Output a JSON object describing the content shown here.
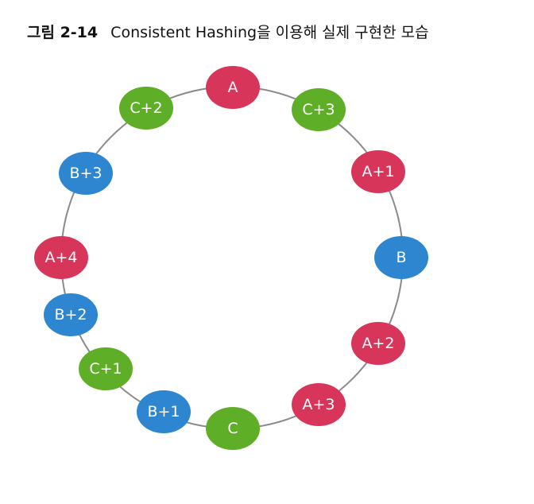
{
  "figure": {
    "label": "그림 2-14",
    "title": "Consistent Hashing을 이용해 실제 구현한 모습"
  },
  "colors": {
    "red": "#d8355a",
    "blue": "#2f86d0",
    "green": "#5fae27",
    "ring": "#8a8a8a"
  },
  "ring": {
    "nodes": [
      {
        "label": "A",
        "server": "A",
        "color": "red"
      },
      {
        "label": "C+3",
        "server": "C",
        "color": "green"
      },
      {
        "label": "A+1",
        "server": "A",
        "color": "red"
      },
      {
        "label": "B",
        "server": "B",
        "color": "blue"
      },
      {
        "label": "A+2",
        "server": "A",
        "color": "red"
      },
      {
        "label": "A+3",
        "server": "A",
        "color": "red"
      },
      {
        "label": "C",
        "server": "C",
        "color": "green"
      },
      {
        "label": "B+1",
        "server": "B",
        "color": "blue"
      },
      {
        "label": "C+1",
        "server": "C",
        "color": "green"
      },
      {
        "label": "B+2",
        "server": "B",
        "color": "blue"
      },
      {
        "label": "A+4",
        "server": "A",
        "color": "red"
      },
      {
        "label": "B+3",
        "server": "B",
        "color": "blue"
      },
      {
        "label": "C+2",
        "server": "C",
        "color": "green"
      }
    ]
  }
}
